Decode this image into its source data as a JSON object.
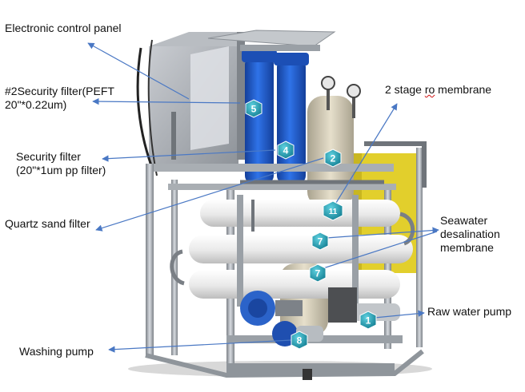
{
  "labels": {
    "control_panel": "Electronic control panel",
    "security2_line1": "#2Security filter(PEFT",
    "security2_line2": "20\"*0.22um)",
    "security1_line1": "Security filter",
    "security1_line2": "(20\"*1um pp filter)",
    "quartz": "Quartz sand filter",
    "ro2_pre": "2 stage ",
    "ro2_mid": "ro",
    "ro2_post": " membrane",
    "seawater_line1": "Seawater",
    "seawater_line2": "desalination",
    "seawater_line3": "membrane",
    "raw_pump": "Raw water pump",
    "washing_pump": "Washing pump"
  },
  "badges": {
    "b5": "5",
    "b4": "4",
    "b2": "2",
    "b11": "11",
    "b7a": "7",
    "b7b": "7",
    "b1": "1",
    "b8": "8"
  },
  "colors": {
    "arrow": "#4a78c4",
    "badge": "#1f9bb0",
    "frame": "#9aa0a6",
    "membrane": "#f2f2f2",
    "filter_housing": "#1f5fd0",
    "sand_tank": "#d9d2be",
    "yellow_tank": "#e6d430",
    "pump_blue": "#2b63c9"
  }
}
